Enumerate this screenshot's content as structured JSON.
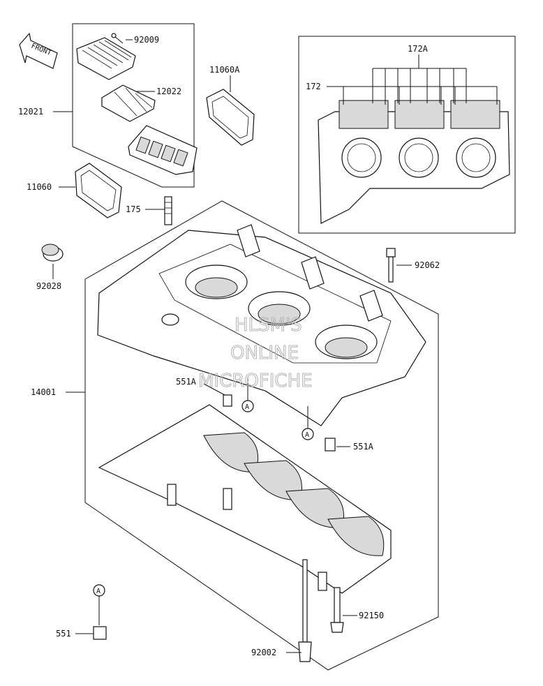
{
  "direction_marker": "FRONT",
  "watermark": [
    "HLSM'S",
    "ONLINE",
    "MICROFICHE"
  ],
  "callout_marker": "A",
  "parts": {
    "p92009": "92009",
    "p12022": "12022",
    "p12021": "12021",
    "p11060A": "11060A",
    "p11060": "11060",
    "p175": "175",
    "p92028": "92028",
    "p172A": "172A",
    "p172": "172",
    "p92062": "92062",
    "p14001": "14001",
    "p551A_top": "551A",
    "p551A_right": "551A",
    "p92150": "92150",
    "p551": "551",
    "p92002": "92002"
  }
}
